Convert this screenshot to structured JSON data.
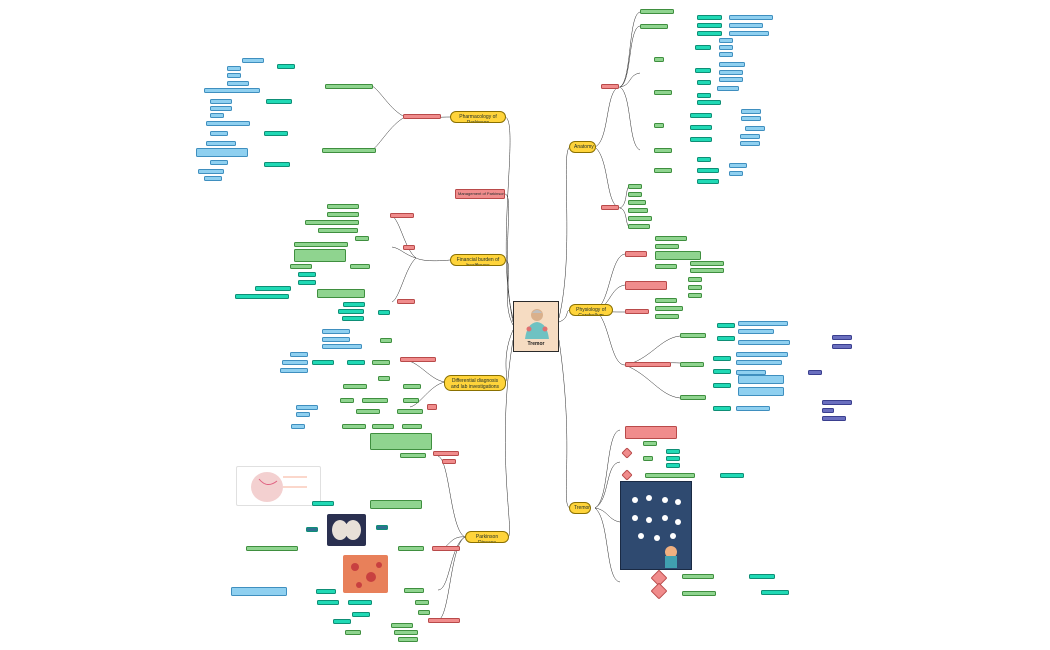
{
  "center": {
    "title": "Tremor"
  },
  "branches": {
    "pharmacology": "Pharmacology of Parkinson",
    "management": "Management of Parkinson",
    "burden": "Financial burden of healthcare",
    "differential": "Differential diagnosis and lab investigations",
    "parkinson": "Parkinson Disease",
    "anatomy": "Anatomy",
    "physiology": "Physiology of Cerebellum",
    "tremor": "Tremor"
  },
  "colors": {
    "main": "#ffd43b",
    "red": "#f08c8c",
    "green": "#8fd48f",
    "teal": "#20d9b5",
    "blue": "#8fd0f0",
    "purple": "#6a6fbf",
    "line": "#2a2a2a"
  }
}
